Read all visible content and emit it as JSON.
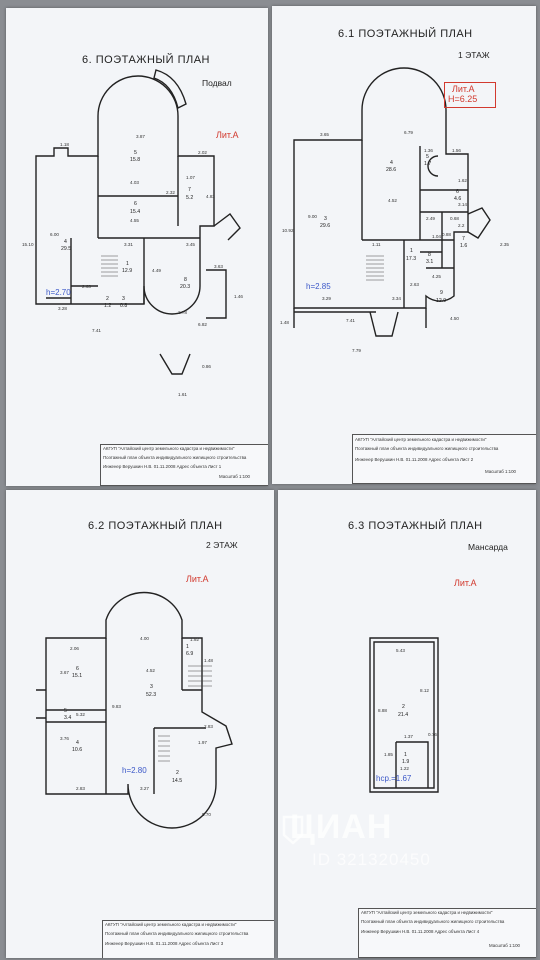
{
  "sheets": [
    {
      "title": "6. ПОЭТАЖНЫЙ ПЛАН",
      "floor": "Подвал",
      "lit": "Лит.А",
      "height": "h=2.70",
      "stamp": [
        "АКГУП \"Алтайский центр земельного кадастра и недвижимости\"",
        "Поэтажный план объекта индивидуального жилищного строительства",
        "Инженер  Верушкин Н.В.  01.11.2008  Адрес объекта  Лист 1",
        "Масштаб 1:100"
      ]
    },
    {
      "title": "6.1  ПОЭТАЖНЫЙ ПЛАН",
      "floor": "1 ЭТАЖ",
      "lit": "Лит.А",
      "height_top": "Н=6.25",
      "height": "h=2.85",
      "stamp": [
        "АКГУП \"Алтайский центр земельного кадастра и недвижимости\"",
        "Поэтажный план объекта индивидуального жилищного строительства",
        "Инженер  Верушкин Н.В.  01.11.2008  Адрес объекта  Лист 2",
        "Масштаб 1:100"
      ]
    },
    {
      "title": "6.2  ПОЭТАЖНЫЙ ПЛАН",
      "floor": "2 ЭТАЖ",
      "lit": "Лит.А",
      "height": "h=2.80",
      "stamp": [
        "АКГУП \"Алтайский центр земельного кадастра и недвижимости\"",
        "Поэтажный план объекта индивидуального жилищного строительства",
        "Инженер  Верушкин Н.В.  01.11.2008  Адрес объекта  Лист 3"
      ]
    },
    {
      "title": "6.3  ПОЭТАЖНЫЙ ПЛАН",
      "floor": "Мансарда",
      "lit": "Лит.А",
      "height": "hср.=1.67",
      "stamp": [
        "АКГУП \"Алтайский центр земельного кадастра и недвижимости\"",
        "Поэтажный план объекта индивидуального жилищного строительства",
        "Инженер  Верушкин Н.В.  01.11.2008  Адрес объекта  Лист 4",
        "Масштаб 1:100"
      ]
    }
  ],
  "rooms": {
    "basement": [
      {
        "n": "4",
        "a": "29.5"
      },
      {
        "n": "5",
        "a": "15.8"
      },
      {
        "n": "6",
        "a": "15.4"
      },
      {
        "n": "7",
        "a": "5.2"
      },
      {
        "n": "1",
        "a": "12.9"
      },
      {
        "n": "2",
        "a": "1.2"
      },
      {
        "n": "3",
        "a": "0.8"
      },
      {
        "n": "8",
        "a": "20.3"
      }
    ],
    "first": [
      {
        "n": "3",
        "a": "29.6"
      },
      {
        "n": "4",
        "a": "28.6"
      },
      {
        "n": "5",
        "a": "1.7"
      },
      {
        "n": "6",
        "a": "4.6"
      },
      {
        "n": "1",
        "a": "17.3"
      },
      {
        "n": "8",
        "a": "3.1"
      },
      {
        "n": "7",
        "a": "1.6"
      },
      {
        "n": "9",
        "a": "12.9"
      }
    ],
    "second": [
      {
        "n": "6",
        "a": "15.1"
      },
      {
        "n": "5",
        "a": "3.4"
      },
      {
        "n": "4",
        "a": "10.6"
      },
      {
        "n": "3",
        "a": "52.3"
      },
      {
        "n": "1",
        "a": "6.9"
      },
      {
        "n": "2",
        "a": "14.5"
      }
    ],
    "attic": [
      {
        "n": "2",
        "a": "21.4"
      },
      {
        "n": "1",
        "a": "1.9"
      }
    ]
  },
  "dims": {
    "basement": [
      "1.18",
      "3.87",
      "2.02",
      "15.10",
      "6.00",
      "4.03",
      "4.55",
      "3.31",
      "3.45",
      "1.07",
      "2.32",
      "4.83",
      "3.28",
      "2.63",
      "2.78",
      "7.41",
      "6.82",
      "1.61",
      "0.86",
      "1.46",
      "3.63",
      "4.49"
    ],
    "first": [
      "3.65",
      "6.79",
      "1.36",
      "1.56",
      "10.92",
      "9.00",
      "4.52",
      "2.49",
      "3.29",
      "3.34",
      "7.41",
      "7.79",
      "4.50",
      "1.62",
      "1.04",
      "1.11",
      "2.63",
      "0.68",
      "0.88",
      "2.2",
      "2.35",
      "3.14",
      "4.25",
      "1.48"
    ],
    "second": [
      "4.00",
      "2.06",
      "3.67",
      "4.52",
      "9.83",
      "5.32",
      "3.76",
      "2.83",
      "3.27",
      "1.92",
      "2.83",
      "1.97",
      "5.70",
      "1.48"
    ],
    "attic": [
      "5.43",
      "8.88",
      "8.12",
      "1.37",
      "1.85",
      "1.22",
      "0.76"
    ]
  },
  "watermark": {
    "brand": "ЦИАН",
    "id": "ID 321320450"
  }
}
